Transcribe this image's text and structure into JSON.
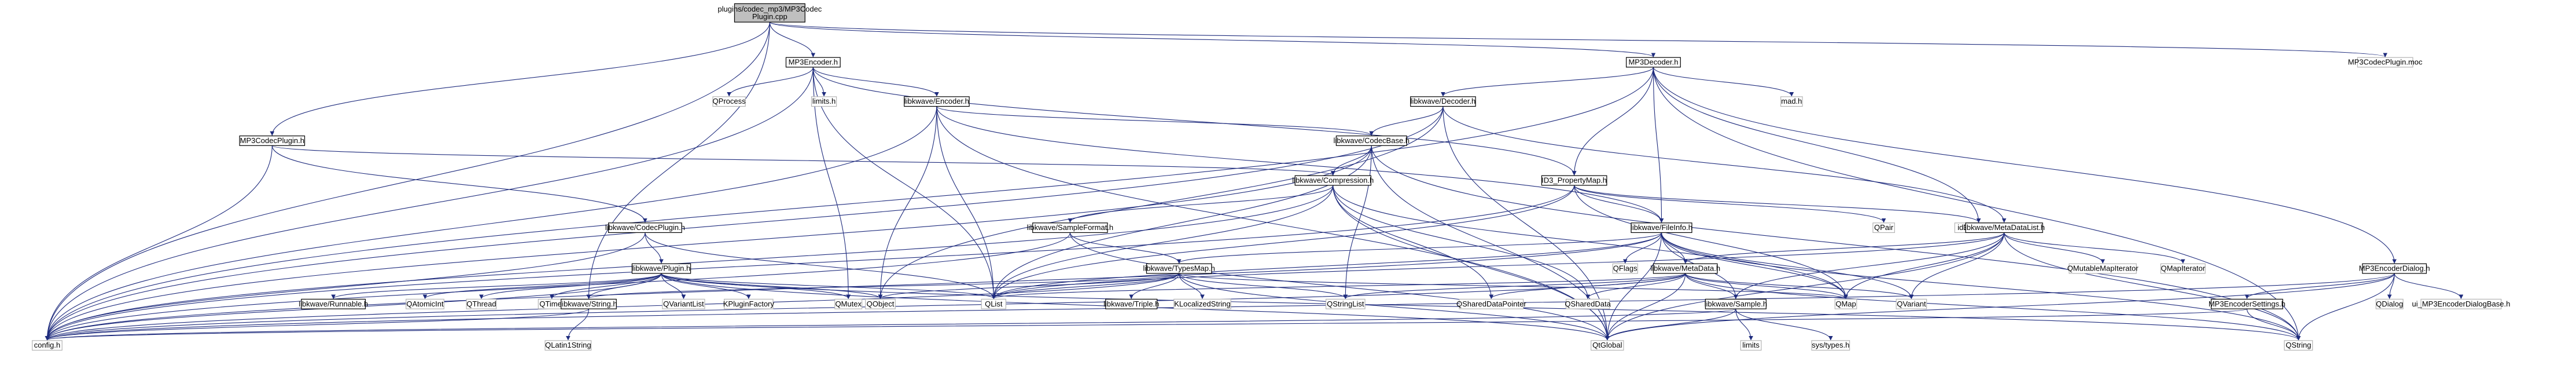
{
  "colors": {
    "edge": "#1e2b7d",
    "node_border": "#000000",
    "node_border_ext": "#b4b4b4",
    "node_text_ext": "#5a5a5a",
    "root_fill": "#bfbfbf",
    "bg": "#ffffff"
  },
  "nodes": [
    {
      "id": "root",
      "lines": [
        "plugins/codec_mp3/MP3Codec",
        "Plugin.cpp"
      ],
      "kind": "root"
    },
    {
      "id": "mp3encoder",
      "lines": [
        "MP3Encoder.h"
      ],
      "kind": "internal"
    },
    {
      "id": "mp3decoder",
      "lines": [
        "MP3Decoder.h"
      ],
      "kind": "internal"
    },
    {
      "id": "moc",
      "lines": [
        "MP3CodecPlugin.moc"
      ],
      "kind": "external"
    },
    {
      "id": "qprocess",
      "lines": [
        "QProcess"
      ],
      "kind": "external"
    },
    {
      "id": "limits",
      "lines": [
        "limits.h"
      ],
      "kind": "external"
    },
    {
      "id": "encoder",
      "lines": [
        "libkwave/Encoder.h"
      ],
      "kind": "internal"
    },
    {
      "id": "decoder",
      "lines": [
        "libkwave/Decoder.h"
      ],
      "kind": "internal"
    },
    {
      "id": "madh",
      "lines": [
        "mad.h"
      ],
      "kind": "external"
    },
    {
      "id": "codecplugin_h",
      "lines": [
        "MP3CodecPlugin.h"
      ],
      "kind": "internal"
    },
    {
      "id": "codecbase",
      "lines": [
        "libkwave/CodecBase.h"
      ],
      "kind": "internal"
    },
    {
      "id": "compression",
      "lines": [
        "libkwave/Compression.h"
      ],
      "kind": "internal"
    },
    {
      "id": "id3",
      "lines": [
        "ID3_PropertyMap.h"
      ],
      "kind": "internal"
    },
    {
      "id": "libcodecplugin",
      "lines": [
        "libkwave/CodecPlugin.h"
      ],
      "kind": "internal"
    },
    {
      "id": "sampleformat",
      "lines": [
        "libkwave/SampleFormat.h"
      ],
      "kind": "internal"
    },
    {
      "id": "fileinfo",
      "lines": [
        "libkwave/FileInfo.h"
      ],
      "kind": "internal"
    },
    {
      "id": "qpair",
      "lines": [
        "QPair"
      ],
      "kind": "external"
    },
    {
      "id": "id3globals",
      "lines": [
        "id3/globals.h"
      ],
      "kind": "external"
    },
    {
      "id": "metadatalist",
      "lines": [
        "libkwave/MetaDataList.h"
      ],
      "kind": "internal"
    },
    {
      "id": "encdialog",
      "lines": [
        "MP3EncoderDialog.h"
      ],
      "kind": "internal"
    },
    {
      "id": "plugin",
      "lines": [
        "libkwave/Plugin.h"
      ],
      "kind": "internal"
    },
    {
      "id": "typesmap",
      "lines": [
        "libkwave/TypesMap.h"
      ],
      "kind": "internal"
    },
    {
      "id": "qflags",
      "lines": [
        "QFlags"
      ],
      "kind": "external"
    },
    {
      "id": "metadata",
      "lines": [
        "libkwave/MetaData.h"
      ],
      "kind": "internal"
    },
    {
      "id": "qmutmapit",
      "lines": [
        "QMutableMapIterator"
      ],
      "kind": "external"
    },
    {
      "id": "qmapit",
      "lines": [
        "QMapIterator"
      ],
      "kind": "external"
    },
    {
      "id": "qdialog",
      "lines": [
        "QDialog"
      ],
      "kind": "external"
    },
    {
      "id": "uidialog",
      "lines": [
        "ui_MP3EncoderDialogBase.h"
      ],
      "kind": "external"
    },
    {
      "id": "runnable",
      "lines": [
        "libkwave/Runnable.h"
      ],
      "kind": "internal"
    },
    {
      "id": "qatomicint",
      "lines": [
        "QAtomicInt"
      ],
      "kind": "external"
    },
    {
      "id": "qthread",
      "lines": [
        "QThread"
      ],
      "kind": "external"
    },
    {
      "id": "qtimer",
      "lines": [
        "QTimer"
      ],
      "kind": "external"
    },
    {
      "id": "kwstring",
      "lines": [
        "libkwave/String.h"
      ],
      "kind": "internal"
    },
    {
      "id": "qvariantlist",
      "lines": [
        "QVariantList"
      ],
      "kind": "external"
    },
    {
      "id": "kpluginfactory",
      "lines": [
        "KPluginFactory"
      ],
      "kind": "external"
    },
    {
      "id": "qmutex",
      "lines": [
        "QMutex"
      ],
      "kind": "external"
    },
    {
      "id": "qobject",
      "lines": [
        "QObject"
      ],
      "kind": "external"
    },
    {
      "id": "qlist",
      "lines": [
        "QList"
      ],
      "kind": "external"
    },
    {
      "id": "triple",
      "lines": [
        "libkwave/Triple.h"
      ],
      "kind": "internal"
    },
    {
      "id": "klocalizedstring",
      "lines": [
        "KLocalizedString"
      ],
      "kind": "external"
    },
    {
      "id": "qstringlist",
      "lines": [
        "QStringList"
      ],
      "kind": "external"
    },
    {
      "id": "qshareddatapointer",
      "lines": [
        "QSharedDataPointer"
      ],
      "kind": "external"
    },
    {
      "id": "qshareddata",
      "lines": [
        "QSharedData"
      ],
      "kind": "external"
    },
    {
      "id": "sample",
      "lines": [
        "libkwave/Sample.h"
      ],
      "kind": "internal"
    },
    {
      "id": "qmap",
      "lines": [
        "QMap"
      ],
      "kind": "external"
    },
    {
      "id": "qvariant",
      "lines": [
        "QVariant"
      ],
      "kind": "external"
    },
    {
      "id": "encsettings",
      "lines": [
        "MP3EncoderSettings.h"
      ],
      "kind": "internal"
    },
    {
      "id": "config",
      "lines": [
        "config.h"
      ],
      "kind": "external"
    },
    {
      "id": "qlatin1string",
      "lines": [
        "QLatin1String"
      ],
      "kind": "external"
    },
    {
      "id": "qtglobal",
      "lines": [
        "QtGlobal"
      ],
      "kind": "external"
    },
    {
      "id": "qstring",
      "lines": [
        "QString"
      ],
      "kind": "external"
    },
    {
      "id": "limits2",
      "lines": [
        "limits"
      ],
      "kind": "external"
    },
    {
      "id": "systypes",
      "lines": [
        "sys/types.h"
      ],
      "kind": "external"
    }
  ],
  "edges": [
    [
      "root",
      "mp3encoder"
    ],
    [
      "root",
      "mp3decoder"
    ],
    [
      "root",
      "moc"
    ],
    [
      "root",
      "codecplugin_h"
    ],
    [
      "root",
      "config"
    ],
    [
      "root",
      "kwstring"
    ],
    [
      "mp3encoder",
      "qprocess"
    ],
    [
      "mp3encoder",
      "limits"
    ],
    [
      "mp3encoder",
      "encoder"
    ],
    [
      "mp3encoder",
      "id3"
    ],
    [
      "mp3encoder",
      "config"
    ],
    [
      "mp3encoder",
      "qmutex"
    ],
    [
      "mp3encoder",
      "qlist"
    ],
    [
      "mp3decoder",
      "decoder"
    ],
    [
      "mp3decoder",
      "id3"
    ],
    [
      "mp3decoder",
      "fileinfo"
    ],
    [
      "mp3decoder",
      "madh"
    ],
    [
      "mp3decoder",
      "id3globals"
    ],
    [
      "mp3decoder",
      "qstring"
    ],
    [
      "mp3decoder",
      "encdialog"
    ],
    [
      "mp3decoder",
      "config"
    ],
    [
      "encoder",
      "codecbase"
    ],
    [
      "encoder",
      "qobject"
    ],
    [
      "encoder",
      "qlist"
    ],
    [
      "encoder",
      "qtglobal"
    ],
    [
      "encoder",
      "config"
    ],
    [
      "encoder",
      "fileinfo"
    ],
    [
      "decoder",
      "codecbase"
    ],
    [
      "decoder",
      "metadatalist"
    ],
    [
      "decoder",
      "qobject"
    ],
    [
      "decoder",
      "config"
    ],
    [
      "decoder",
      "qtglobal"
    ],
    [
      "codecplugin_h",
      "libcodecplugin"
    ],
    [
      "codecplugin_h",
      "compression"
    ],
    [
      "codecplugin_h",
      "config"
    ],
    [
      "codecbase",
      "compression"
    ],
    [
      "codecbase",
      "qlist"
    ],
    [
      "codecbase",
      "qstringlist"
    ],
    [
      "codecbase",
      "qtglobal"
    ],
    [
      "codecbase",
      "config"
    ],
    [
      "codecbase",
      "qstring"
    ],
    [
      "compression",
      "sampleformat"
    ],
    [
      "compression",
      "qmap"
    ],
    [
      "compression",
      "qlist"
    ],
    [
      "compression",
      "qshareddatapointer"
    ],
    [
      "compression",
      "qshareddata"
    ],
    [
      "compression",
      "qtglobal"
    ],
    [
      "compression",
      "config"
    ],
    [
      "id3",
      "fileinfo"
    ],
    [
      "id3",
      "qpair"
    ],
    [
      "id3",
      "id3globals"
    ],
    [
      "id3",
      "qmap"
    ],
    [
      "id3",
      "qlist"
    ],
    [
      "id3",
      "config"
    ],
    [
      "libcodecplugin",
      "plugin"
    ],
    [
      "libcodecplugin",
      "qlist"
    ],
    [
      "libcodecplugin",
      "config"
    ],
    [
      "sampleformat",
      "typesmap"
    ],
    [
      "sampleformat",
      "config"
    ],
    [
      "sampleformat",
      "qtglobal"
    ],
    [
      "fileinfo",
      "qflags"
    ],
    [
      "fileinfo",
      "metadata"
    ],
    [
      "fileinfo",
      "typesmap"
    ],
    [
      "fileinfo",
      "qmap"
    ],
    [
      "fileinfo",
      "qvariant"
    ],
    [
      "fileinfo",
      "sample"
    ],
    [
      "fileinfo",
      "qlist"
    ],
    [
      "fileinfo",
      "qtglobal"
    ],
    [
      "fileinfo",
      "qstring"
    ],
    [
      "fileinfo",
      "config"
    ],
    [
      "metadatalist",
      "metadata"
    ],
    [
      "metadatalist",
      "qmutmapit"
    ],
    [
      "metadatalist",
      "qmapit"
    ],
    [
      "metadatalist",
      "qmap"
    ],
    [
      "metadatalist",
      "qvariant"
    ],
    [
      "metadatalist",
      "sample"
    ],
    [
      "metadatalist",
      "qlist"
    ],
    [
      "metadatalist",
      "qtglobal"
    ],
    [
      "metadatalist",
      "qstring"
    ],
    [
      "encdialog",
      "qdialog"
    ],
    [
      "encdialog",
      "uidialog"
    ],
    [
      "encdialog",
      "encsettings"
    ],
    [
      "encdialog",
      "qtglobal"
    ],
    [
      "encdialog",
      "qstring"
    ],
    [
      "encdialog",
      "config"
    ],
    [
      "plugin",
      "runnable"
    ],
    [
      "plugin",
      "qatomicint"
    ],
    [
      "plugin",
      "qthread"
    ],
    [
      "plugin",
      "qtimer"
    ],
    [
      "plugin",
      "kwstring"
    ],
    [
      "plugin",
      "qvariantlist"
    ],
    [
      "plugin",
      "kpluginfactory"
    ],
    [
      "plugin",
      "qmutex"
    ],
    [
      "plugin",
      "qobject"
    ],
    [
      "plugin",
      "qlist"
    ],
    [
      "plugin",
      "qstring"
    ],
    [
      "plugin",
      "config"
    ],
    [
      "plugin",
      "qtglobal"
    ],
    [
      "typesmap",
      "triple"
    ],
    [
      "typesmap",
      "klocalizedstring"
    ],
    [
      "typesmap",
      "qmap"
    ],
    [
      "typesmap",
      "qstringlist"
    ],
    [
      "typesmap",
      "qobject"
    ],
    [
      "typesmap",
      "qlist"
    ],
    [
      "typesmap",
      "kwstring"
    ],
    [
      "typesmap",
      "qtglobal"
    ],
    [
      "typesmap",
      "config"
    ],
    [
      "metadata",
      "qshareddatapointer"
    ],
    [
      "metadata",
      "qshareddata"
    ],
    [
      "metadata",
      "qstringlist"
    ],
    [
      "metadata",
      "qmap"
    ],
    [
      "metadata",
      "qvariant"
    ],
    [
      "metadata",
      "sample"
    ],
    [
      "metadata",
      "qlist"
    ],
    [
      "metadata",
      "qtglobal"
    ],
    [
      "metadata",
      "qstring"
    ],
    [
      "metadata",
      "config"
    ],
    [
      "kwstring",
      "qlatin1string"
    ],
    [
      "kwstring",
      "config"
    ],
    [
      "sample",
      "limits2"
    ],
    [
      "sample",
      "systypes"
    ],
    [
      "sample",
      "qtglobal"
    ],
    [
      "sample",
      "config"
    ],
    [
      "encsettings",
      "qstring"
    ],
    [
      "encsettings",
      "config"
    ]
  ]
}
